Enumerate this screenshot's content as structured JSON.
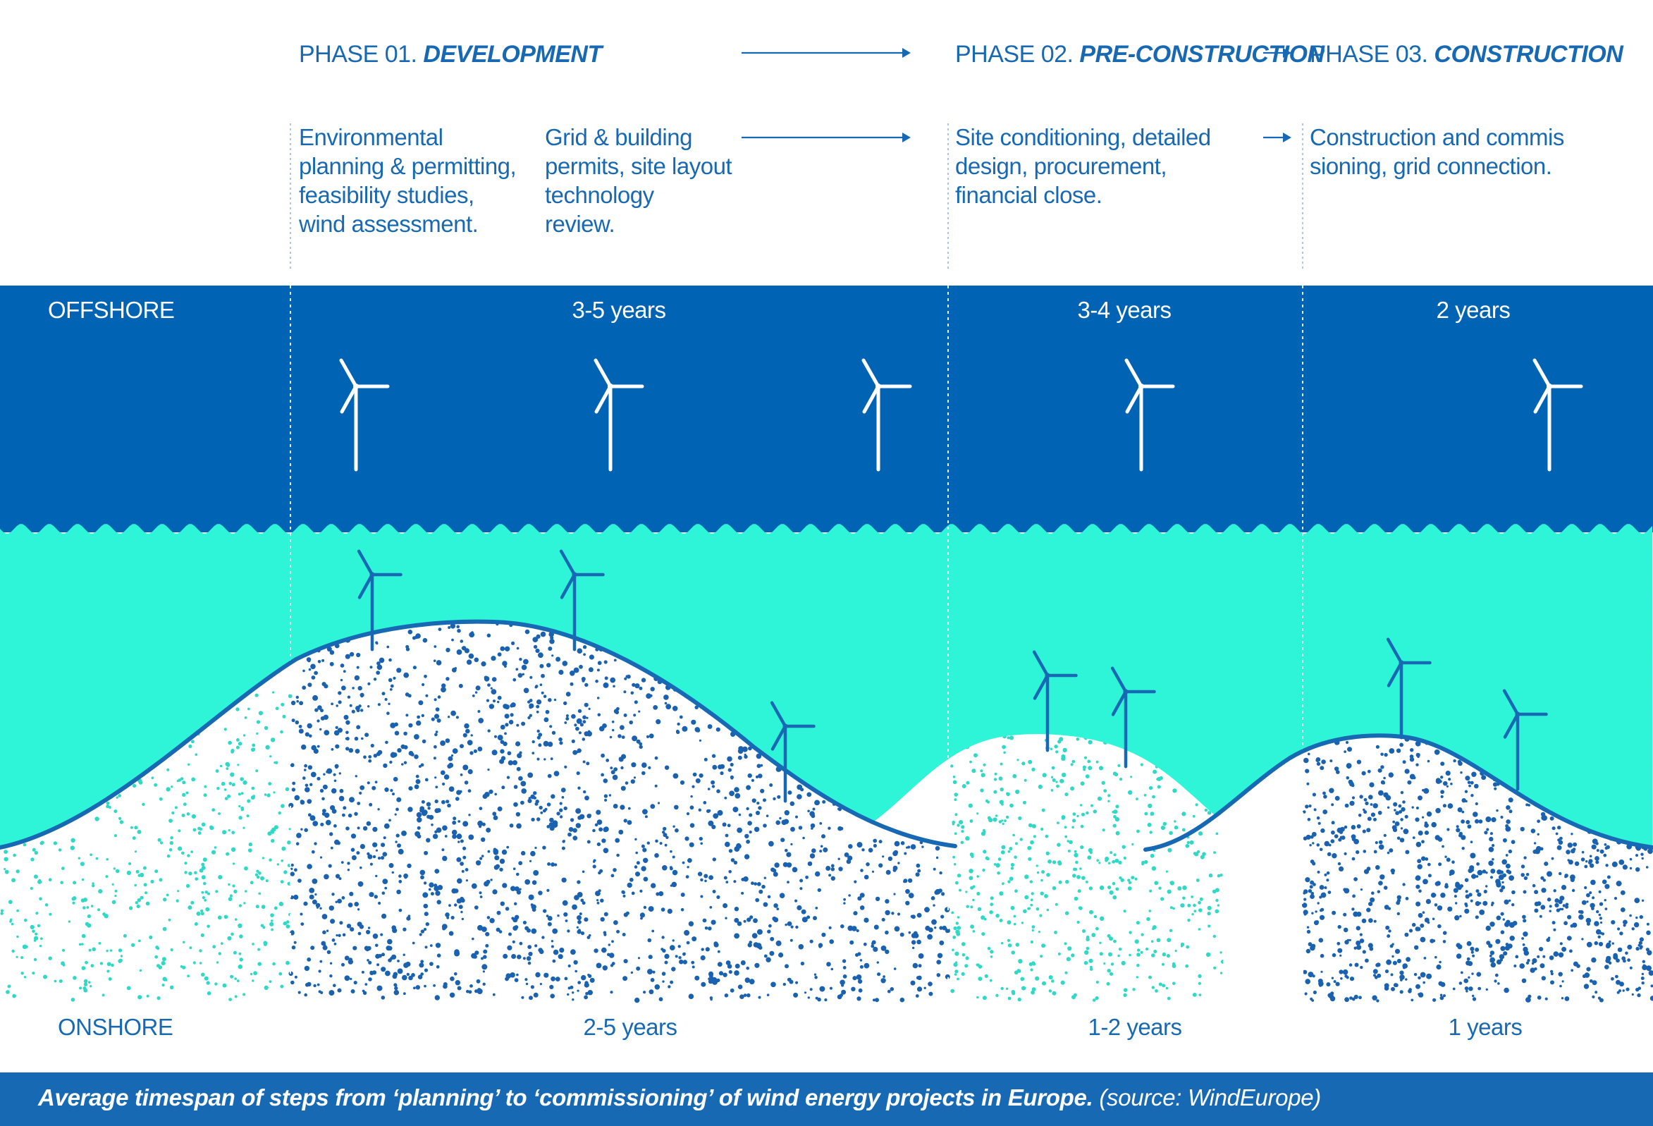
{
  "colors": {
    "offshore_band": "#0063b4",
    "sea": "#2ff5d8",
    "accent_blue": "#1769b3",
    "dot_dark": "#1a62b0",
    "dot_light": "#2fd9c5",
    "caption_bar": "#1769b3"
  },
  "phases": [
    {
      "prefix": "PHASE 01. ",
      "name": "DEVELOPMENT"
    },
    {
      "prefix": "PHASE 02. ",
      "name": "PRE-CONSTRUCTION"
    },
    {
      "prefix": "PHASE 03. ",
      "name": "CONSTRUCTION"
    }
  ],
  "steps": [
    "Environmental\nplanning & permitting,\nfeasibility  studies,\nwind assessment.",
    "Grid & building\npermits, site layout\ntechnology\nreview.",
    "Site conditioning, detailed\ndesign, procurement,\nfinancial close.",
    "Construction and commis\nsioning, grid connection."
  ],
  "offshore": {
    "label": "OFFSHORE",
    "durations": [
      "3-5 years",
      "3-4 years",
      "2 years"
    ]
  },
  "onshore": {
    "label": "ONSHORE",
    "durations": [
      "2-5 years",
      "1-2 years",
      "1 years"
    ]
  },
  "caption": {
    "main": "Average timespan of steps from ‘planning’ to ‘commissioning’ of wind energy projects in Europe.",
    "source": " (source: WindEurope)"
  },
  "icons": {
    "arrow": "arrow-right-icon",
    "offshore_turbine": "wind-turbine-icon",
    "onshore_turbine": "wind-turbine-icon"
  }
}
